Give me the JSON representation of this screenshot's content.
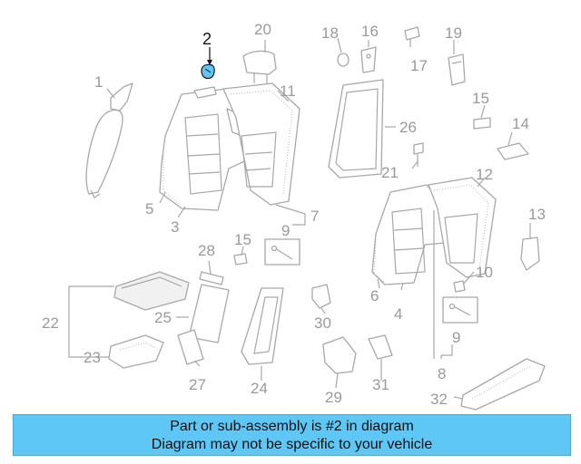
{
  "diagram": {
    "callouts": [
      "1",
      "2",
      "3",
      "4",
      "5",
      "6",
      "7",
      "8",
      "9",
      "9",
      "10",
      "11",
      "12",
      "13",
      "14",
      "15",
      "15",
      "16",
      "17",
      "18",
      "19",
      "20",
      "21",
      "22",
      "23",
      "24",
      "25",
      "26",
      "27",
      "28",
      "29",
      "30",
      "31",
      "32"
    ],
    "highlighted_part": "2",
    "highlight_color": "#5ec7f6"
  },
  "caption": {
    "line1": "Part or sub-assembly is #2 in diagram",
    "line2": "Diagram may not be specific to your vehicle",
    "background": "#5ec7f6"
  }
}
